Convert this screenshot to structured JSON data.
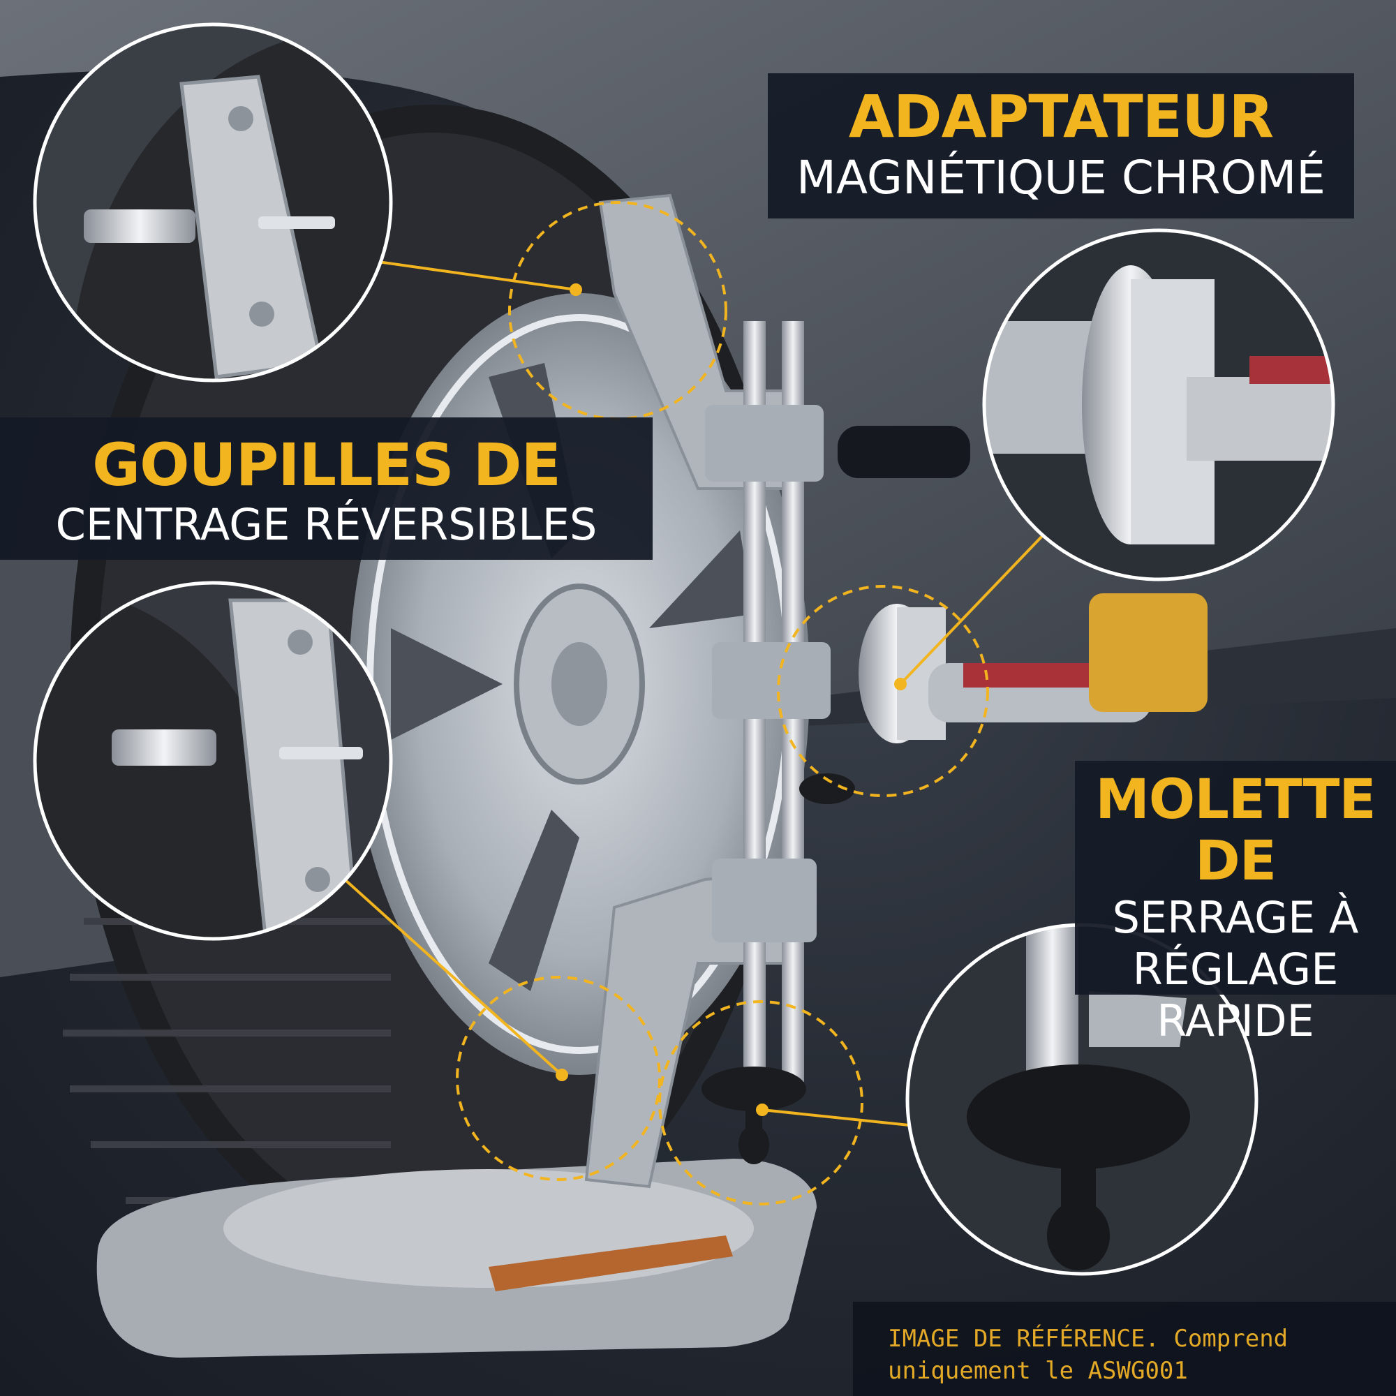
{
  "callouts": {
    "adapter": {
      "title": "ADAPTATEUR",
      "subtitle": "MAGNÉTIQUE CHROMÉ"
    },
    "pins": {
      "title": "GOUPILLES DE",
      "subtitle": "CENTRAGE RÉVERSIBLES"
    },
    "knob": {
      "title": "MOLETTE DE",
      "line2": "SERRAGE À",
      "line3": "RÉGLAGE",
      "line4": "RAPIDE"
    }
  },
  "disclaimer": {
    "line1": "IMAGE DE RÉFÉRENCE. Comprend",
    "line2": "uniquement le ASWG001"
  },
  "colors": {
    "accent": "#f2b51f",
    "panel": "#141926",
    "text": "#ffffff"
  },
  "icons": [
    "tire-icon",
    "wheel-rim-icon",
    "wheel-clamp-icon",
    "magnetic-adapter-icon",
    "clamp-knob-icon",
    "turntable-icon"
  ]
}
